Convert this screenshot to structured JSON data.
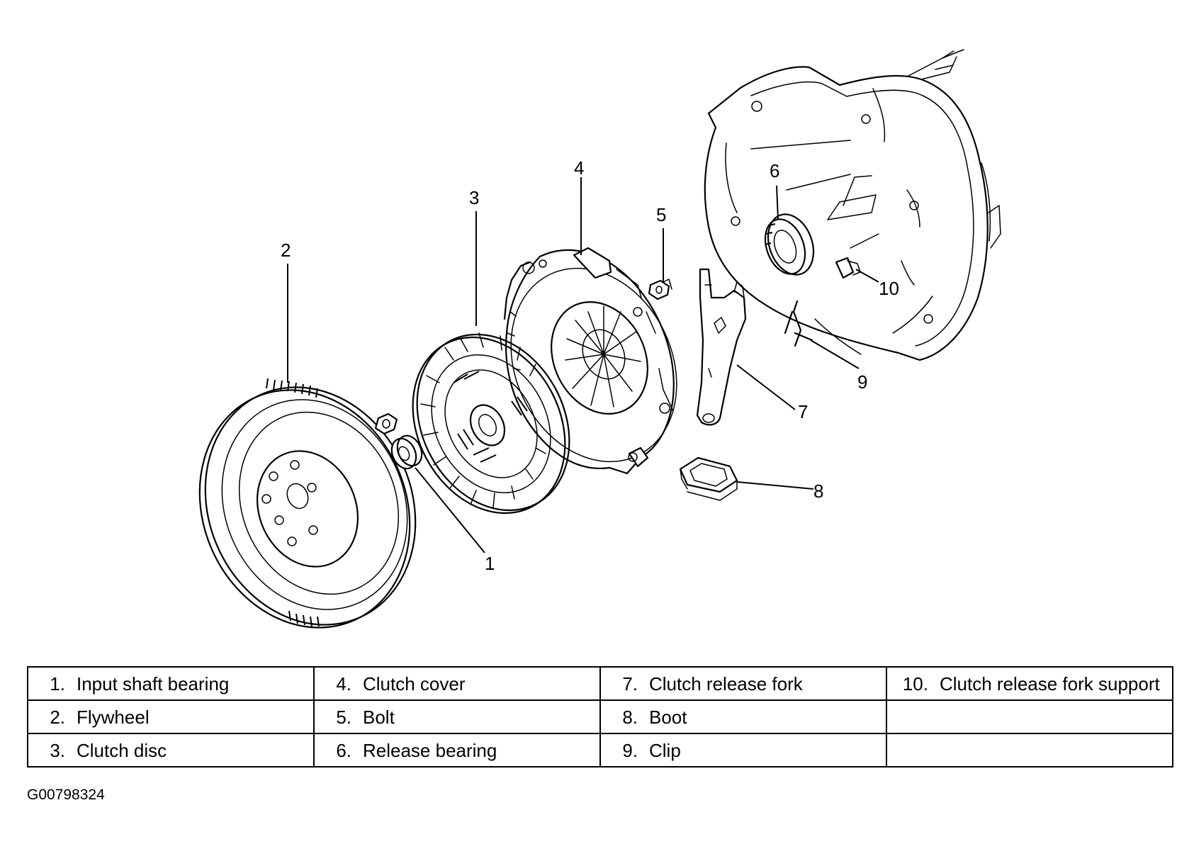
{
  "callouts": [
    "1",
    "2",
    "3",
    "4",
    "5",
    "6",
    "7",
    "8",
    "9",
    "10"
  ],
  "legend": [
    [
      {
        "num": "1.",
        "label": "Input shaft bearing"
      },
      {
        "num": "4.",
        "label": "Clutch cover"
      },
      {
        "num": "7.",
        "label": "Clutch release fork"
      },
      {
        "num": "10.",
        "label": "Clutch release fork support"
      }
    ],
    [
      {
        "num": "2.",
        "label": "Flywheel"
      },
      {
        "num": "5.",
        "label": "Bolt"
      },
      {
        "num": "8.",
        "label": "Boot"
      },
      {
        "num": "",
        "label": ""
      }
    ],
    [
      {
        "num": "3.",
        "label": "Clutch disc"
      },
      {
        "num": "6.",
        "label": "Release bearing"
      },
      {
        "num": "9.",
        "label": "Clip"
      },
      {
        "num": "",
        "label": ""
      }
    ]
  ],
  "figure_code": "G00798324"
}
